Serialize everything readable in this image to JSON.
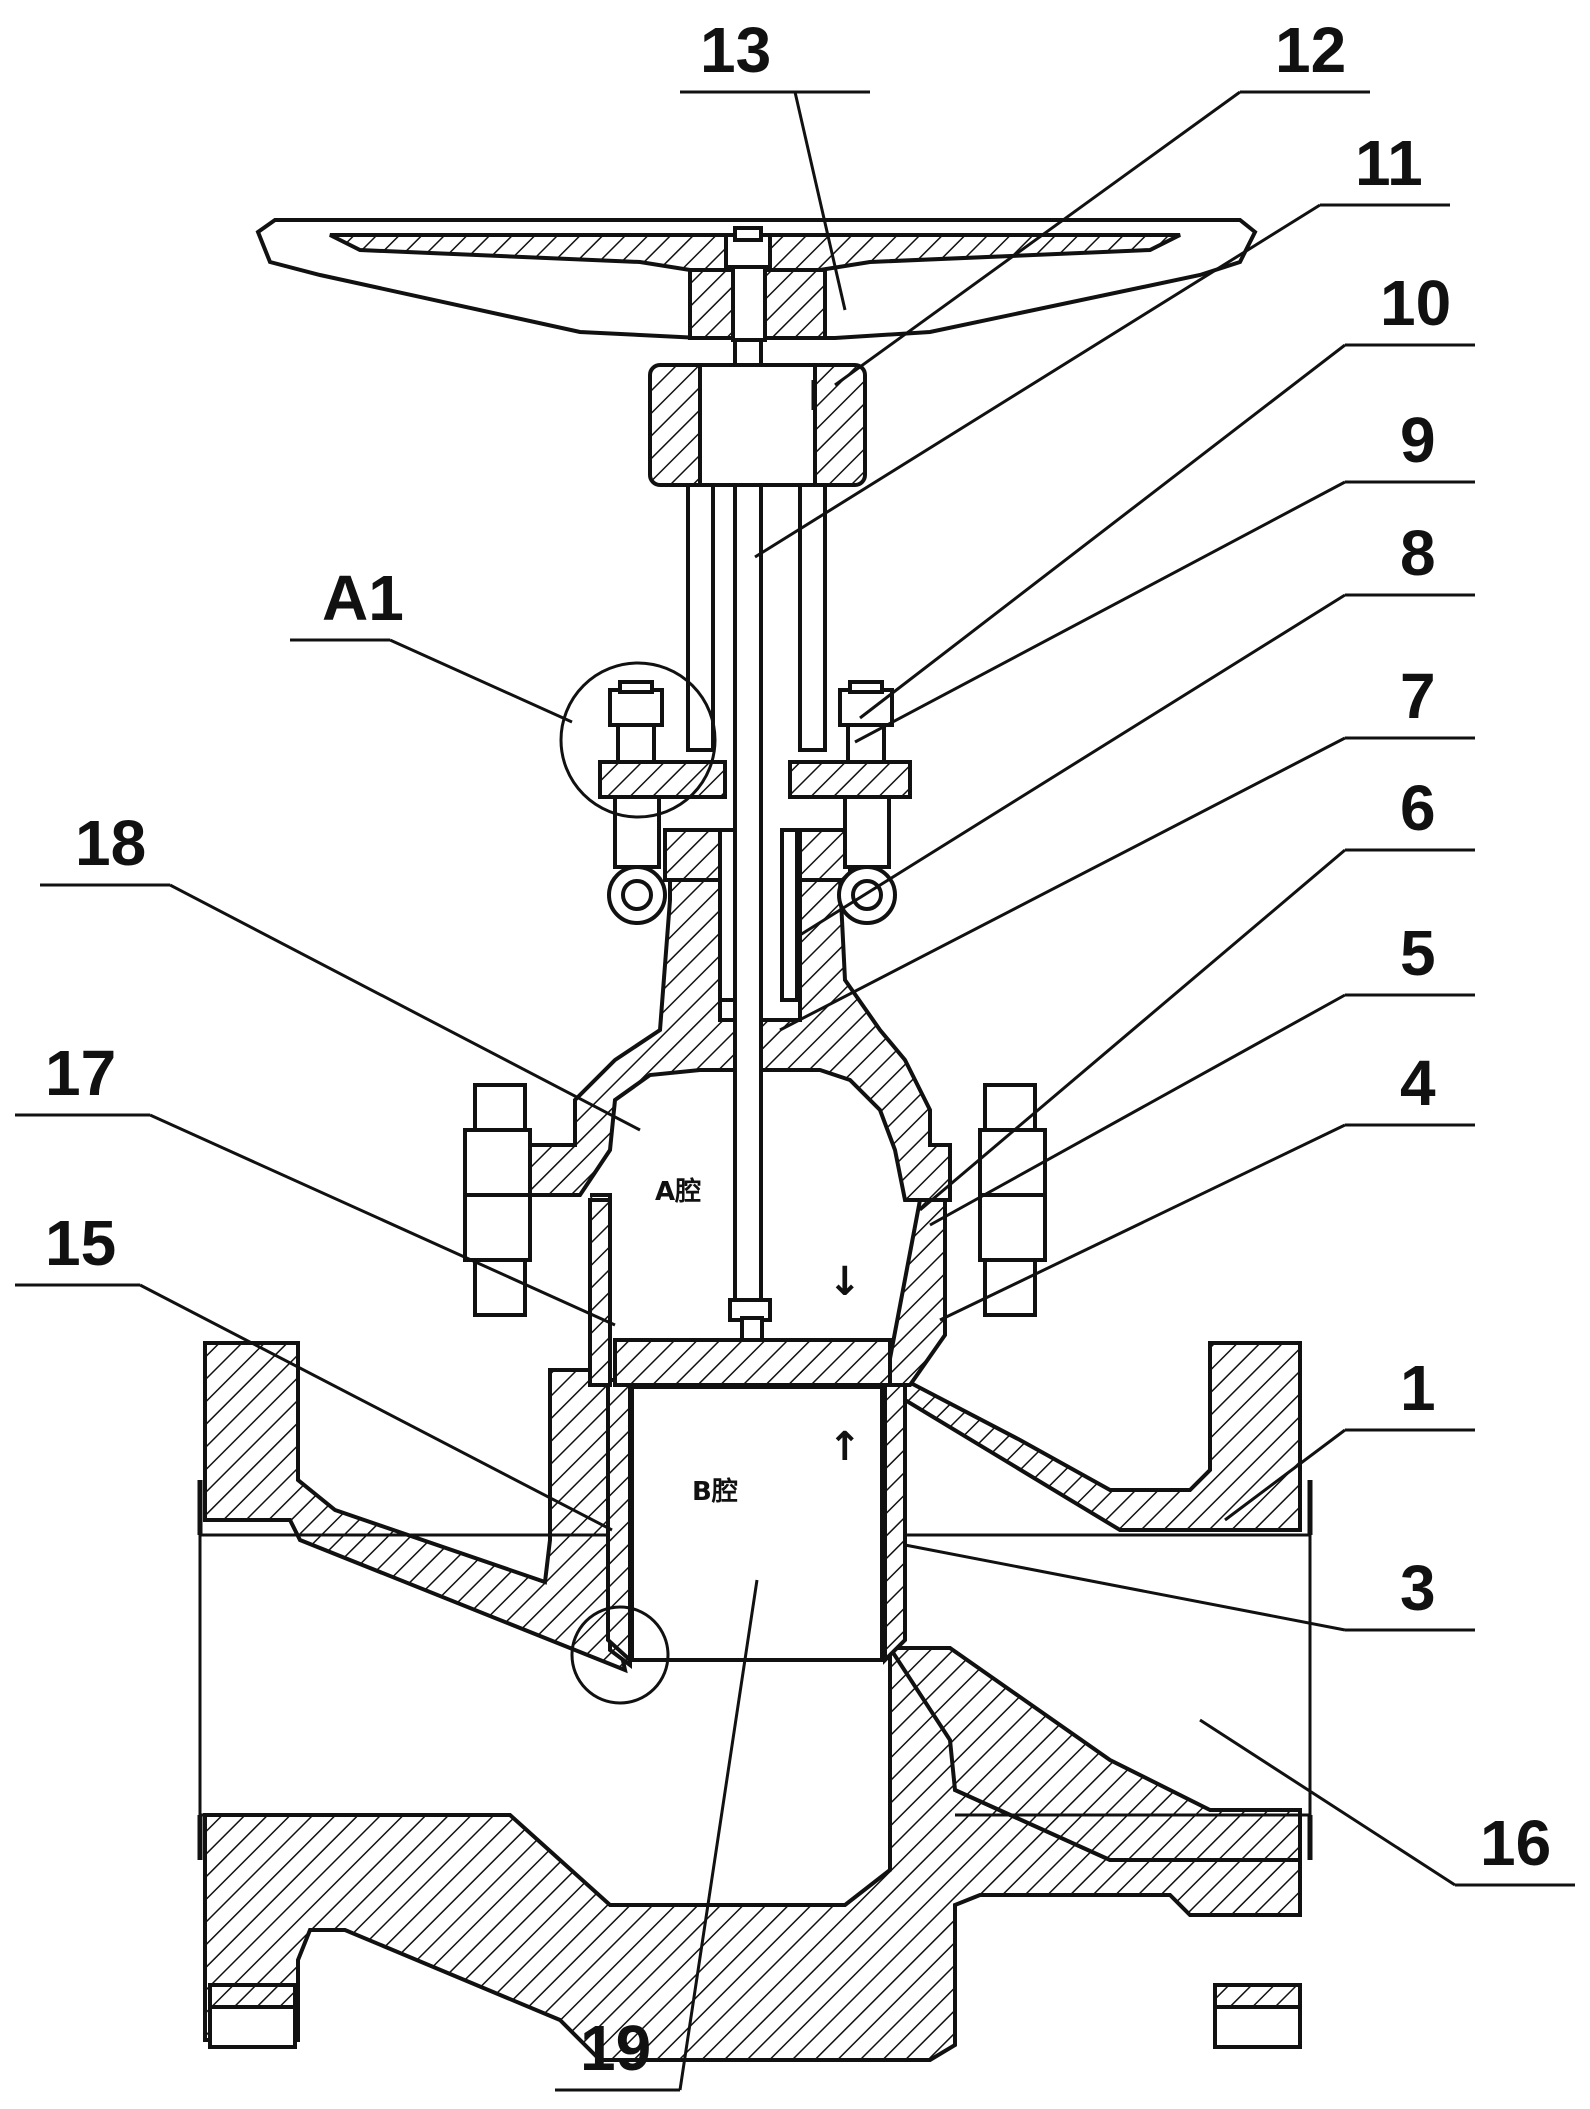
{
  "callouts": {
    "c13": "13",
    "c12": "12",
    "c11": "11",
    "c10": "10",
    "c9": "9",
    "c8": "8",
    "c7": "7",
    "c6": "6",
    "c5": "5",
    "c4": "4",
    "c1": "1",
    "c3": "3",
    "c16": "16",
    "c19": "19",
    "cA1": "A1",
    "c18": "18",
    "c17": "17",
    "c15": "15"
  },
  "cavities": {
    "a": "A腔",
    "b": "B腔"
  },
  "arrows": {
    "down": "↓",
    "up": "↑"
  }
}
